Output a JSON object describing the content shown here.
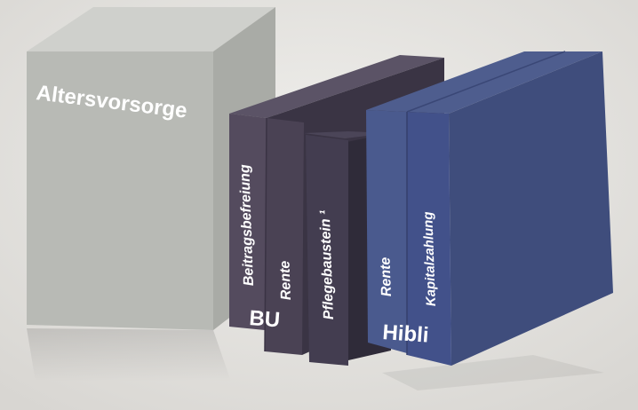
{
  "blocks": {
    "altersvorsorge": {
      "label": "Altersvorsorge"
    },
    "bu": {
      "label": "BU",
      "parts": [
        "Beitragsbefreiung",
        "Rente"
      ]
    },
    "pflege": {
      "label": "Pflegebaustein ¹"
    },
    "hibli": {
      "label": "Hibli",
      "parts": [
        "Rente",
        "Kapitalzahlung"
      ]
    }
  },
  "colors": {
    "background": "#e4e2de",
    "altersvorsorge": "#b7b9b4",
    "bu": "#4d4555",
    "pflege": "#3d3848",
    "hibli": "#3c4b7a"
  }
}
